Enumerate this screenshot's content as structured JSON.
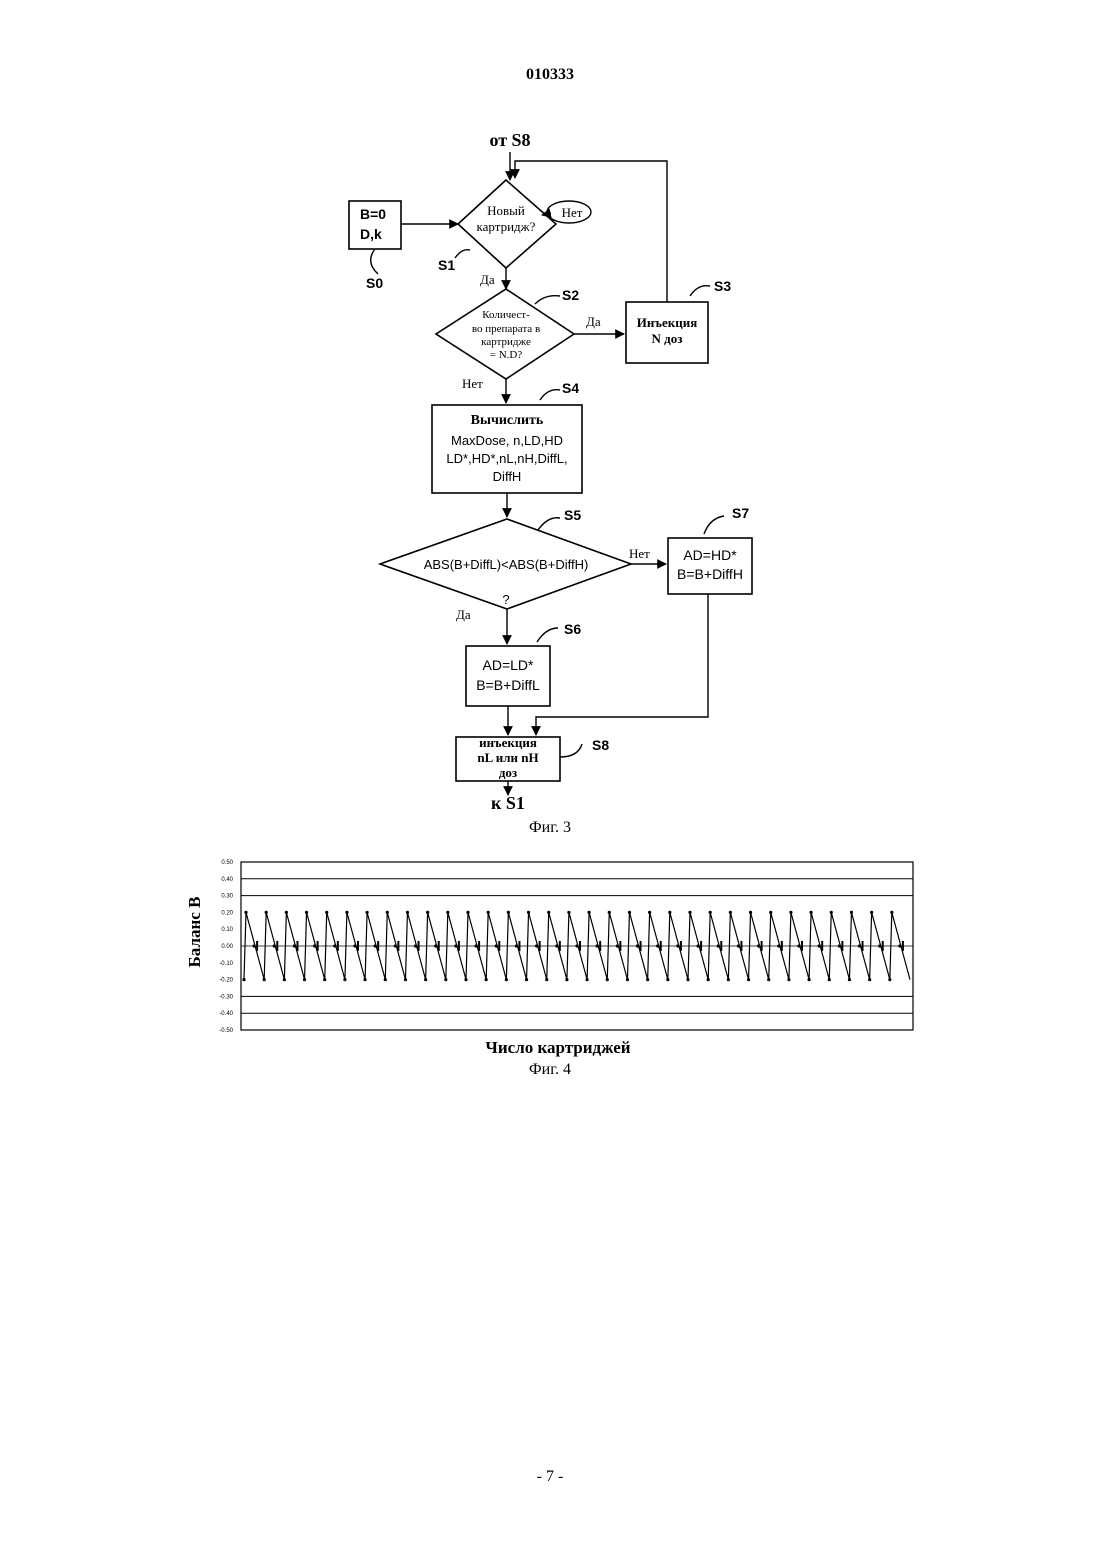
{
  "page": {
    "number_top": "010333",
    "number_bottom": "- 7 -"
  },
  "flowchart": {
    "entry": "от S8",
    "exit": "к S1",
    "caption": "Фиг. 3",
    "s0": {
      "label": "S0",
      "line1": "B=0",
      "line2": "D,k"
    },
    "s1": {
      "label": "S1",
      "line1": "Новый",
      "line2": "картридж?",
      "no": "Нет",
      "yes": "Да"
    },
    "s2": {
      "label": "S2",
      "line1": "Количест-",
      "line2": "во препарата в",
      "line3": "картридже",
      "line4": "= N.D?",
      "yes": "Да",
      "no": "Нет"
    },
    "s3": {
      "label": "S3",
      "line1": "Инъекция",
      "line2": "N доз"
    },
    "s4": {
      "label": "S4",
      "line1": "Вычислить",
      "line2": "MaxDose, n,LD,HD",
      "line3": "LD*,HD*,nL,nH,DiffL,",
      "line4": "DiffH"
    },
    "s5": {
      "label": "S5",
      "line1": "ABS(B+DiffL)<ABS(B+DiffH)",
      "line2": "?",
      "no": "Нет",
      "yes": "Да"
    },
    "s6": {
      "label": "S6",
      "line1": "AD=LD*",
      "line2": "B=B+DiffL"
    },
    "s7": {
      "label": "S7",
      "line1": "AD=HD*",
      "line2": "B=B+DiffH"
    },
    "s8": {
      "label": "S8",
      "line1": "инъекция",
      "line2": "nL или nH",
      "line3": "доз"
    }
  },
  "chart_data": {
    "type": "line",
    "caption": "Фиг. 4",
    "xlabel": "Число картриджей",
    "ylabel": "Баланс B",
    "ylim": [
      -0.5,
      0.5
    ],
    "yticks": [
      0.5,
      0.4,
      0.3,
      0.2,
      0.1,
      0.0,
      -0.1,
      -0.2,
      -0.3,
      -0.4,
      -0.5
    ],
    "ytick_labels": [
      "0.50",
      "0.40",
      "0.30",
      "0.20",
      "0.10",
      "0.00",
      "-0.10",
      "-0.20",
      "-0.30",
      "-0.40",
      "-0.50"
    ],
    "gridlines_y": [
      0.4,
      0.3,
      -0.3,
      -0.4
    ],
    "series_pattern": {
      "high": 0.2,
      "low": -0.2,
      "cycles": 33,
      "description_values": "sawtooth between -0.2 and 0.2 over 33 cycles"
    }
  }
}
